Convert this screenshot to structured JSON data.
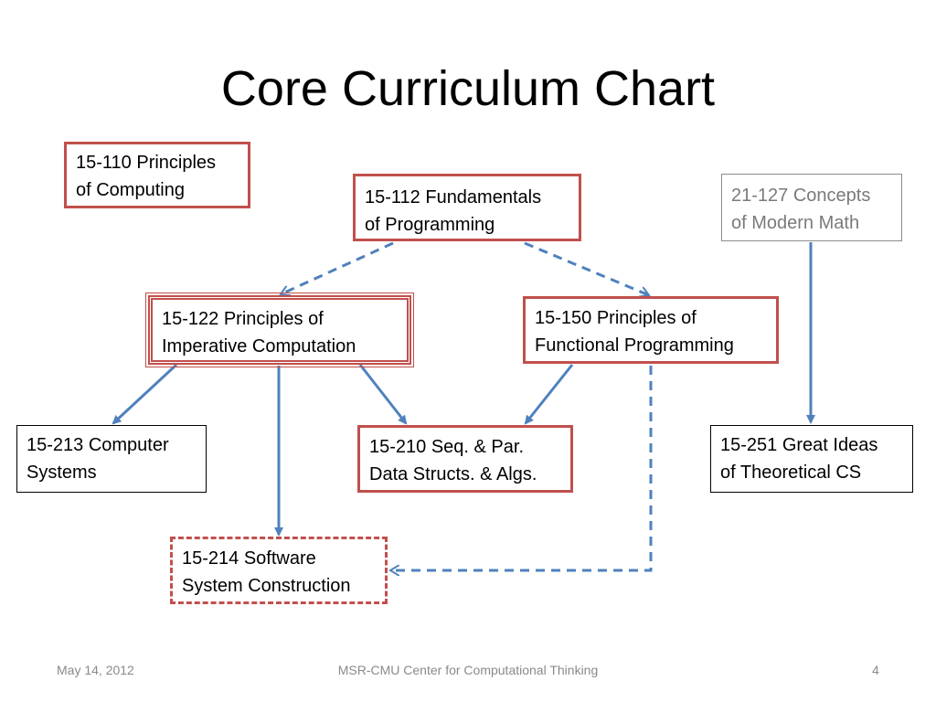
{
  "slide": {
    "title": "Core Curriculum Chart"
  },
  "courses": {
    "c15_110": {
      "line1": "15-110 Principles",
      "line2": "of Computing"
    },
    "c15_112": {
      "line1": "15-112 Fundamentals",
      "line2": "of Programming"
    },
    "c21_127": {
      "line1": "21-127 Concepts",
      "line2": "of Modern Math"
    },
    "c15_122": {
      "line1": "15-122 Principles of",
      "line2": "Imperative Computation"
    },
    "c15_150": {
      "line1": "15-150 Principles of",
      "line2": "Functional Programming"
    },
    "c15_213": {
      "line1": "15-213 Computer",
      "line2": "Systems"
    },
    "c15_210": {
      "line1": "15-210 Seq. & Par.",
      "line2": "Data Structs. & Algs."
    },
    "c15_251": {
      "line1": "15-251 Great Ideas",
      "line2": "of Theoretical CS"
    },
    "c15_214": {
      "line1": "15-214 Software",
      "line2": "System Construction"
    }
  },
  "footer": {
    "date": "May 14, 2012",
    "center": "MSR-CMU Center for Computational Thinking",
    "page": "4"
  },
  "colors": {
    "arrow": "#4f81bd",
    "red_border": "#c0504d",
    "gray_text": "#7a7a7a",
    "footer_text": "#8a8a8a"
  }
}
